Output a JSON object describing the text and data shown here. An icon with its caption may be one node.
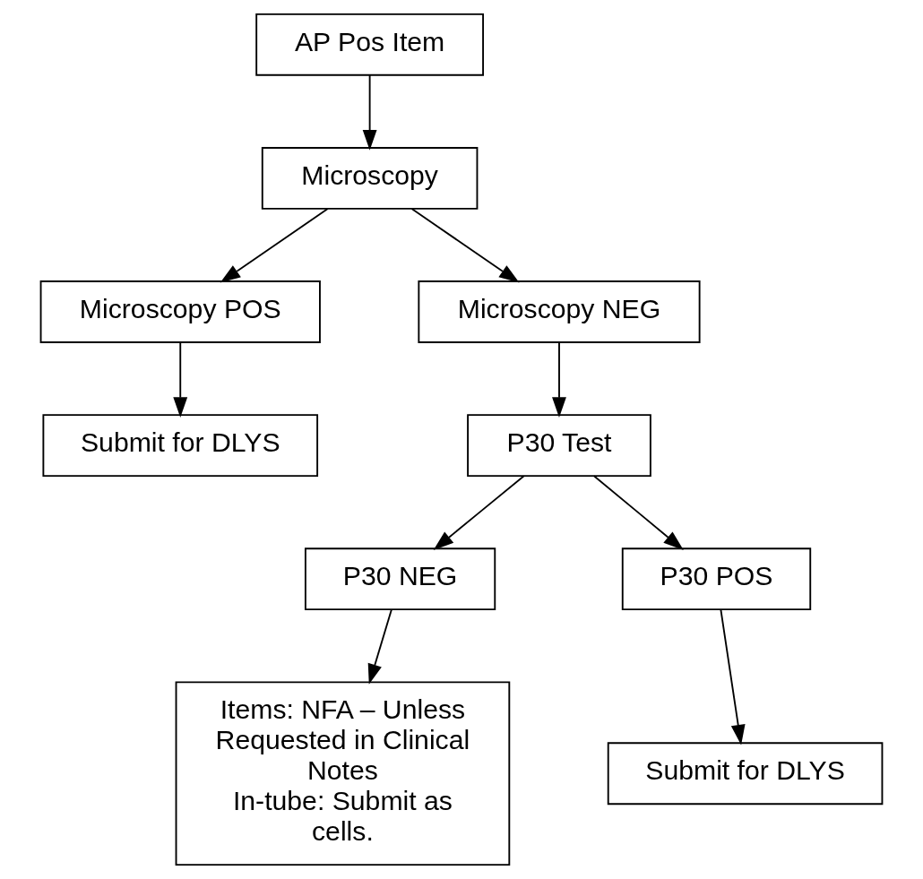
{
  "diagram": {
    "nodes": [
      {
        "text": [
          "AP Pos Item"
        ]
      },
      {
        "text": [
          "Microscopy"
        ]
      },
      {
        "text": [
          "Microscopy POS"
        ]
      },
      {
        "text": [
          "Microscopy NEG"
        ]
      },
      {
        "text": [
          "Submit for DLYS"
        ]
      },
      {
        "text": [
          "P30 Test"
        ]
      },
      {
        "text": [
          "P30 NEG"
        ]
      },
      {
        "text": [
          "P30 POS"
        ]
      },
      {
        "text": [
          "Items: NFA – Unless Requested in Clinical Notes",
          "In-tube: Submit as cells."
        ]
      },
      {
        "text": [
          "Submit for DLYS"
        ]
      }
    ],
    "edges": [
      {
        "from": 0,
        "to": 1,
        "arrow": "to"
      },
      {
        "from": 1,
        "to": 2,
        "arrow": "to"
      },
      {
        "from": 1,
        "to": 3,
        "arrow": "to"
      },
      {
        "from": 2,
        "to": 4,
        "arrow": "to"
      },
      {
        "from": 3,
        "to": 5,
        "arrow": "to"
      },
      {
        "from": 5,
        "to": 6,
        "arrow": "to"
      },
      {
        "from": 5,
        "to": 7,
        "arrow": "to"
      },
      {
        "from": 6,
        "to": 8,
        "arrow": "to"
      },
      {
        "from": 7,
        "to": 9,
        "arrow": "to"
      }
    ]
  }
}
